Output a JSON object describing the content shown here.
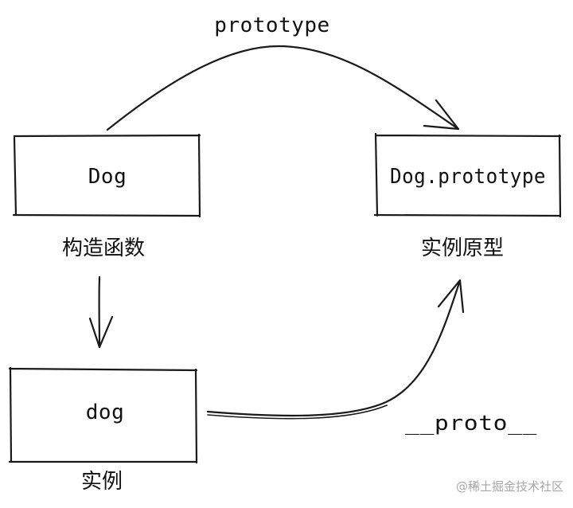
{
  "diagram": {
    "nodes": {
      "constructor": {
        "box_text": "Dog",
        "caption": "构造函数"
      },
      "prototype_obj": {
        "box_text": "Dog.prototype",
        "caption": "实例原型"
      },
      "instance": {
        "box_text": "dog",
        "caption": "实例"
      }
    },
    "edges": {
      "constructor_to_prototype": {
        "label": "prototype"
      },
      "instance_to_prototype": {
        "label": "__proto__"
      },
      "constructor_to_instance": {
        "label": ""
      }
    }
  },
  "watermark": "@稀土掘金技术社区"
}
